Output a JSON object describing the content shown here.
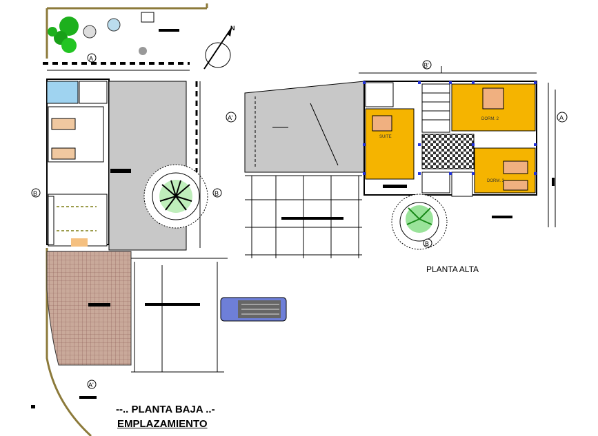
{
  "titles": {
    "planta_baja": "--.. PLANTA BAJA ..-",
    "emplazamiento": "EMPLAZAMIENTO",
    "planta_alta": "PLANTA ALTA"
  },
  "rooms": {
    "suite": "SUITE",
    "dorm2": "DORM. 2",
    "dorm3": "DORM. 3"
  },
  "section_marks": {
    "a_top": "A",
    "a_bottom": "A'",
    "b_left": "B",
    "b_right": "B",
    "a_alta_left": "A'",
    "a_alta_right": "A",
    "b_alta_top": "B'",
    "b_alta_bottom": "B"
  },
  "compass": {
    "north_label": "N"
  },
  "colors": {
    "room_fill": "#f5b400",
    "concrete": "#c8c8c8",
    "patio_tile": "#b89a8a",
    "pool": "#9fd3f0",
    "vegetation": "#1db01d",
    "anchor": "#2233dd",
    "car": "#6e7fd8"
  },
  "icons": [
    "north-arrow-icon",
    "tree-icon",
    "palm-icon",
    "car-icon",
    "bed-icon"
  ]
}
